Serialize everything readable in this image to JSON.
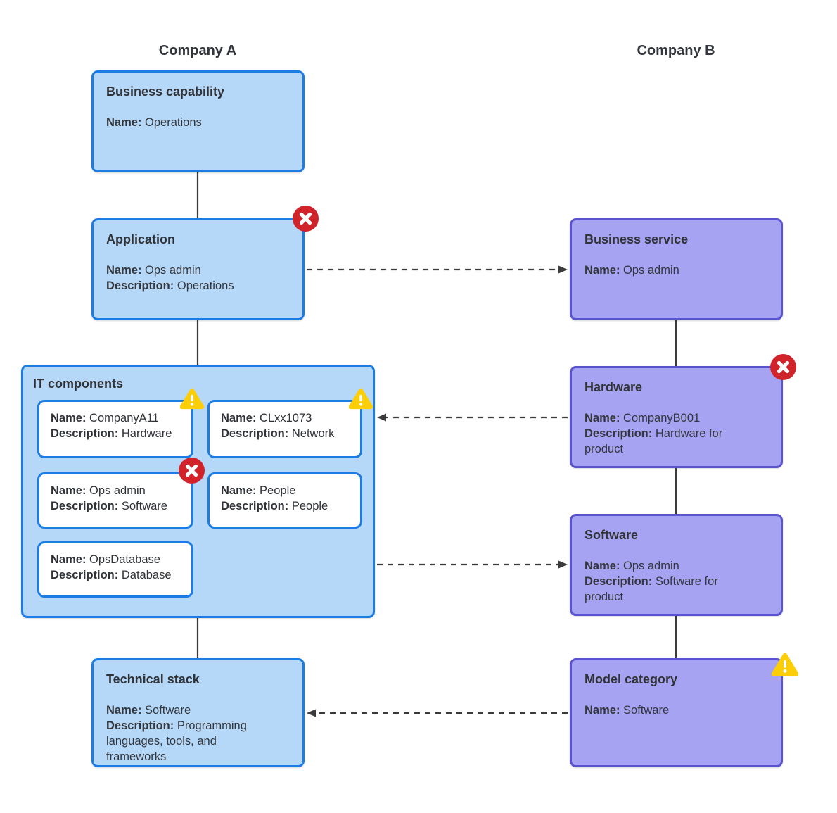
{
  "headers": {
    "company_a": "Company A",
    "company_b": "Company B"
  },
  "boxes": {
    "business_capability": {
      "title": "Business capability",
      "fields": [
        {
          "label": "Name:",
          "value": "Operations"
        }
      ]
    },
    "application": {
      "title": "Application",
      "status": "error",
      "fields": [
        {
          "label": "Name:",
          "value": "Ops admin"
        },
        {
          "label": "Description:",
          "value": "Operations"
        }
      ]
    },
    "it_components": {
      "title": "IT components",
      "items": [
        {
          "status": "warning",
          "fields": [
            {
              "label": "Name:",
              "value": "CompanyA11"
            },
            {
              "label": "Description:",
              "value": "Hardware"
            }
          ]
        },
        {
          "status": "warning",
          "fields": [
            {
              "label": "Name:",
              "value": "CLxx1073"
            },
            {
              "label": "Description:",
              "value": "Network"
            }
          ]
        },
        {
          "status": "error",
          "fields": [
            {
              "label": "Name:",
              "value": "Ops admin"
            },
            {
              "label": "Description:",
              "value": "Software"
            }
          ]
        },
        {
          "status": "none",
          "fields": [
            {
              "label": "Name:",
              "value": "People"
            },
            {
              "label": "Description:",
              "value": "People"
            }
          ]
        },
        {
          "status": "none",
          "fields": [
            {
              "label": "Name:",
              "value": "OpsDatabase"
            },
            {
              "label": "Description:",
              "value": "Database"
            }
          ]
        }
      ]
    },
    "technical_stack": {
      "title": "Technical stack",
      "fields": [
        {
          "label": "Name:",
          "value": "Software"
        },
        {
          "label": "Description:",
          "value": "Programming languages, tools, and frameworks"
        }
      ]
    },
    "business_service": {
      "title": "Business service",
      "fields": [
        {
          "label": "Name:",
          "value": "Ops admin"
        }
      ]
    },
    "hardware": {
      "title": "Hardware",
      "status": "error",
      "fields": [
        {
          "label": "Name:",
          "value": "CompanyB001"
        },
        {
          "label": "Description:",
          "value": "Hardware for product"
        }
      ]
    },
    "software": {
      "title": "Software",
      "fields": [
        {
          "label": "Name:",
          "value": "Ops admin"
        },
        {
          "label": "Description:",
          "value": "Software for product"
        }
      ]
    },
    "model_category": {
      "title": "Model category",
      "status": "warning",
      "fields": [
        {
          "label": "Name:",
          "value": "Software"
        }
      ]
    }
  },
  "icons": {
    "error": "x-circle-icon",
    "warning": "warning-triangle-icon"
  },
  "colors": {
    "company_a_fill": "#b5d8f8",
    "company_a_border": "#1d7ce3",
    "company_b_fill": "#a5a3f2",
    "company_b_border": "#5a53cf",
    "error_badge": "#d0242a",
    "warning_badge": "#fcce08",
    "connector": "#3b3b3b",
    "text": "#2f3237"
  }
}
